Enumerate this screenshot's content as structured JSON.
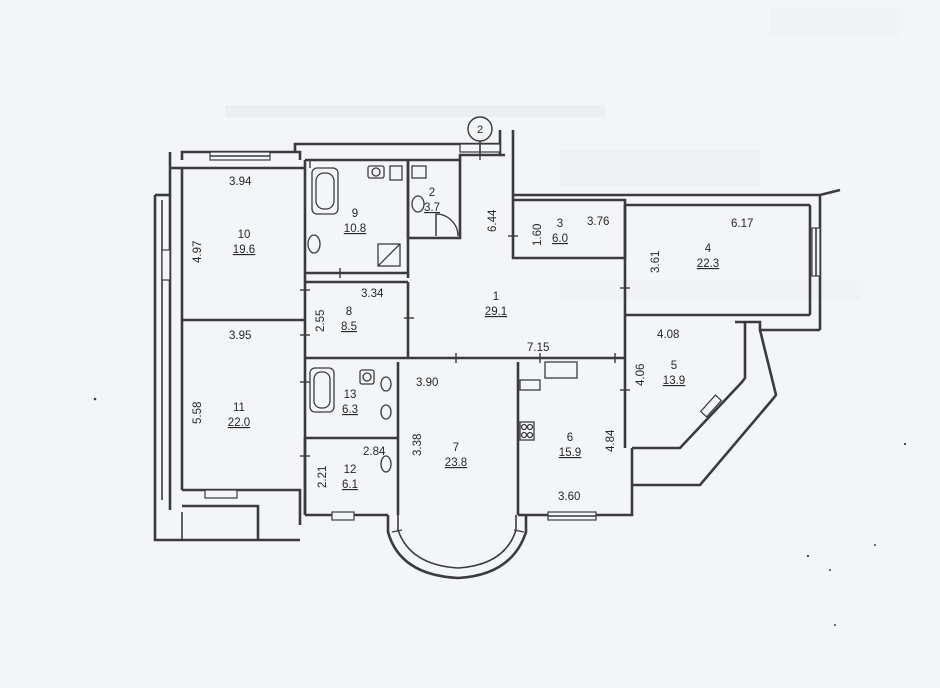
{
  "axis_marker": "2",
  "rooms": [
    {
      "id": "room-1",
      "number": "1",
      "area": "29.1"
    },
    {
      "id": "room-2",
      "number": "2",
      "area": "3.7"
    },
    {
      "id": "room-3",
      "number": "3",
      "area": "6.0"
    },
    {
      "id": "room-4",
      "number": "4",
      "area": "22.3"
    },
    {
      "id": "room-5",
      "number": "5",
      "area": "13.9"
    },
    {
      "id": "room-6",
      "number": "6",
      "area": "15.9"
    },
    {
      "id": "room-7",
      "number": "7",
      "area": "23.8"
    },
    {
      "id": "room-8",
      "number": "8",
      "area": "8.5"
    },
    {
      "id": "room-9",
      "number": "9",
      "area": "10.8"
    },
    {
      "id": "room-10",
      "number": "10",
      "area": "19.6"
    },
    {
      "id": "room-11",
      "number": "11",
      "area": "22.0"
    },
    {
      "id": "room-12",
      "number": "12",
      "area": "6.1"
    },
    {
      "id": "room-13",
      "number": "13",
      "area": "6.3"
    }
  ],
  "dimensions": {
    "r10_width": "3.94",
    "r10_height": "4.97",
    "r11_width": "3.95",
    "r11_height": "5.58",
    "r8_width": "3.34",
    "r8_height": "2.55",
    "r1_height": "6.44",
    "r1_width": "7.15",
    "r3_height": "1.60",
    "r3_width": "3.76",
    "r4_width": "6.17",
    "r4_height": "3.61",
    "r5_width": "4.08",
    "r5_height": "4.06",
    "r7_width": "3.90",
    "r7_height": "3.38",
    "r6_height": "4.84",
    "r6_width": "3.60",
    "r12_width": "2.84",
    "r12_height": "2.21"
  }
}
